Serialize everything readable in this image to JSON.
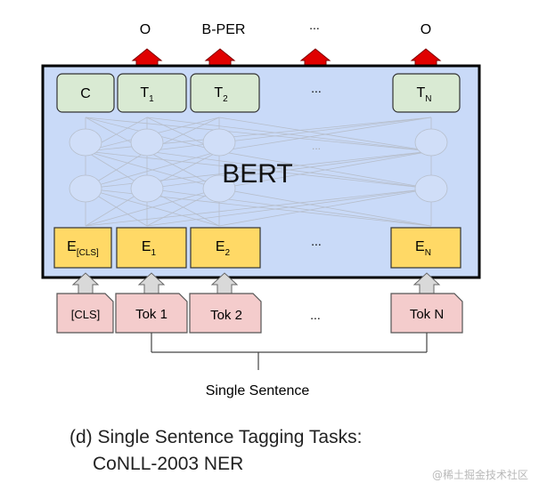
{
  "outputs": {
    "o1": "O",
    "o2": "B-PER",
    "dots": "...",
    "o3": "O"
  },
  "model": {
    "name": "BERT"
  },
  "top_row": {
    "c": "C",
    "t1_main": "T",
    "t1_sub": "1",
    "t2_main": "T",
    "t2_sub": "2",
    "dots": "...",
    "tn_main": "T",
    "tn_sub": "N"
  },
  "hidden_dots": "...",
  "embed_row": {
    "e_cls_main": "E",
    "e_cls_sub": "[CLS]",
    "e1_main": "E",
    "e1_sub": "1",
    "e2_main": "E",
    "e2_sub": "2",
    "dots": "...",
    "en_main": "E",
    "en_sub": "N"
  },
  "tokens": {
    "cls": "[CLS]",
    "tok1": "Tok 1",
    "tok2": "Tok 2",
    "dots": "...",
    "tokn": "Tok N"
  },
  "input_label": "Single Sentence",
  "caption": {
    "line1": "(d) Single Sentence Tagging Tasks:",
    "line2": "CoNLL-2003 NER"
  },
  "watermark": "@稀土掘金技术社区",
  "colors": {
    "bert_fill": "#c9daf8",
    "top_box": "#d9ead3",
    "embed_box": "#ffd966",
    "token_box": "#f4cccc",
    "arrow_red": "#e00000",
    "arrow_gray": "#d9d9d9"
  }
}
